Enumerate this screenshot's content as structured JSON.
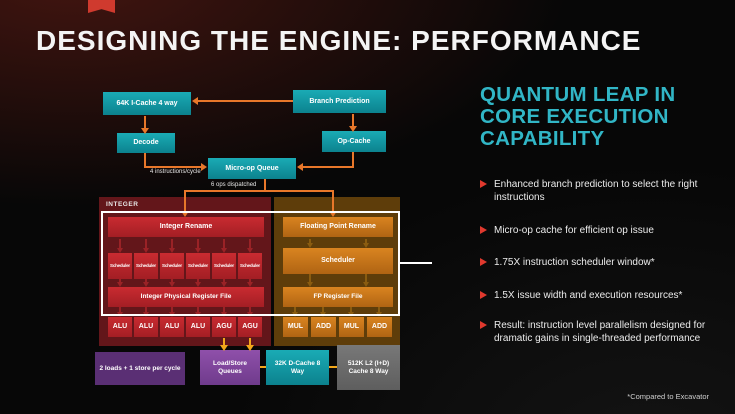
{
  "slide": {
    "title": "DESIGNING THE ENGINE: PERFORMANCE",
    "footnote": "*Compared to Excavator"
  },
  "colors": {
    "teal_box": "#13a0ac",
    "red_box": "#c1272d",
    "orange_box": "#d2801f",
    "purple_box": "#8a4aa5",
    "gray_box": "#6f6f6f",
    "arrow_orange": "#e8772a",
    "arrow_yellow": "#f2a71b",
    "heading_teal": "#31b6c6",
    "bullet_red": "#e0392e"
  },
  "diagram": {
    "fetch": {
      "icache": "64K I-Cache 4 way",
      "branch_prediction": "Branch Prediction",
      "decode": "Decode",
      "op_cache": "Op-Cache",
      "micro_op_queue": "Micro-op Queue",
      "instructions_label": "4 instructions/cycle",
      "dispatch_label": "6 ops dispatched"
    },
    "integer": {
      "section_label": "INTEGER",
      "rename": "Integer Rename",
      "scheduler": "Scheduler",
      "register_file": "Integer Physical Register File",
      "units": [
        "ALU",
        "ALU",
        "ALU",
        "ALU",
        "AGU",
        "AGU"
      ]
    },
    "fp": {
      "rename": "Floating Point Rename",
      "scheduler": "Scheduler",
      "register_file": "FP Register File",
      "units": [
        "MUL",
        "ADD",
        "MUL",
        "ADD"
      ]
    },
    "memory": {
      "load_store_note": "2 loads + 1 store per cycle",
      "load_store_queues": "Load/Store Queues",
      "dcache": "32K D-Cache 8 Way",
      "l2": "512K L2 (I+D) Cache 8 Way"
    }
  },
  "right": {
    "heading_lines": [
      "QUANTUM LEAP IN",
      "CORE EXECUTION",
      "CAPABILITY"
    ],
    "bullets": [
      "Enhanced branch prediction to select the right instructions",
      "Micro-op cache for efficient op issue",
      "1.75X instruction scheduler window*",
      "1.5X issue width and execution resources*",
      "Result: instruction level parallelism designed for dramatic gains in single-threaded performance"
    ]
  }
}
